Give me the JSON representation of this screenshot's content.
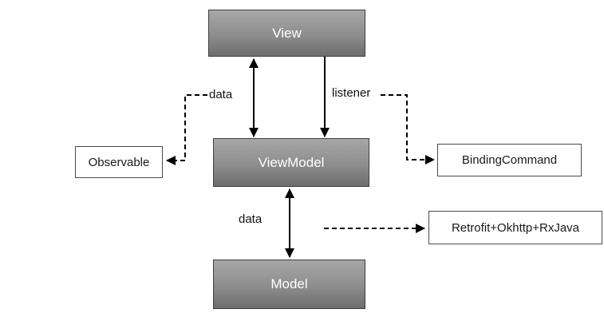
{
  "diagram": {
    "type": "architecture-flow",
    "background": "#ffffff"
  },
  "nodes": {
    "view": {
      "label": "View",
      "kind": "primary"
    },
    "viewmodel": {
      "label": "ViewModel",
      "kind": "primary"
    },
    "model": {
      "label": "Model",
      "kind": "primary"
    },
    "observable": {
      "label": "Observable",
      "kind": "plain"
    },
    "binding_command": {
      "label": "BindingCommand",
      "kind": "plain"
    },
    "retrofit": {
      "label": "Retrofit+Okhttp+RxJava",
      "kind": "plain"
    }
  },
  "edges": {
    "view_viewmodel_data": {
      "label": "data",
      "style": "solid",
      "arrows": "both"
    },
    "view_viewmodel_listener": {
      "label": "listener",
      "style": "solid",
      "arrows": "down"
    },
    "data_to_observable": {
      "style": "dashed",
      "arrows": "left"
    },
    "listener_to_binding_command": {
      "style": "dashed",
      "arrows": "right"
    },
    "viewmodel_model_data": {
      "label": "data",
      "style": "solid",
      "arrows": "both"
    },
    "to_retrofit": {
      "style": "dashed",
      "arrows": "right"
    }
  },
  "colors": {
    "node_fill_top": "#a7a7a7",
    "node_fill_bottom": "#6d6d6d",
    "node_border": "#3f3f3f",
    "plain_fill": "#ffffff",
    "plain_border": "#4a4a4a",
    "text_on_gray": "#ffffff",
    "text_on_white": "#1a1a1a",
    "arrow": "#000000"
  }
}
